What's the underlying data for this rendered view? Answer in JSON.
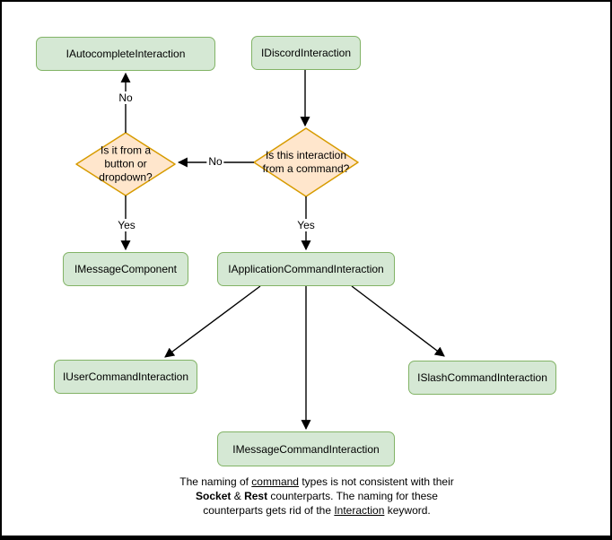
{
  "diagram": {
    "nodes": {
      "autocomplete": "IAutocompleteInteraction",
      "discord": "IDiscordInteraction",
      "message_component": "IMessageComponent",
      "application_command": "IApplicationCommandInteraction",
      "user_command": "IUserCommandInteraction",
      "slash_command": "ISlashCommandInteraction",
      "message_command": "IMessageCommandInteraction"
    },
    "decisions": {
      "component": "Is it from a button or dropdown?",
      "command": "Is this interaction from a command?"
    },
    "edge_labels": {
      "no_to_autocomplete": "No",
      "no_between_decisions": "No",
      "yes_to_message_component": "Yes",
      "yes_to_application_command": "Yes"
    },
    "caption": {
      "l1a": "The naming of ",
      "l1b": "command",
      "l1c": " types is not consistent with their",
      "l2a": "Socket",
      "l2b": " & ",
      "l2c": "Rest",
      "l2d": " counterparts. The naming for these",
      "l3a": "counterparts gets rid of the ",
      "l3b": "Interaction",
      "l3c": " keyword."
    },
    "colors": {
      "node_fill": "#d5e8d4",
      "node_stroke": "#82b366",
      "decision_fill": "#ffe6cc",
      "decision_stroke": "#d79b00",
      "edge": "#000000"
    }
  }
}
